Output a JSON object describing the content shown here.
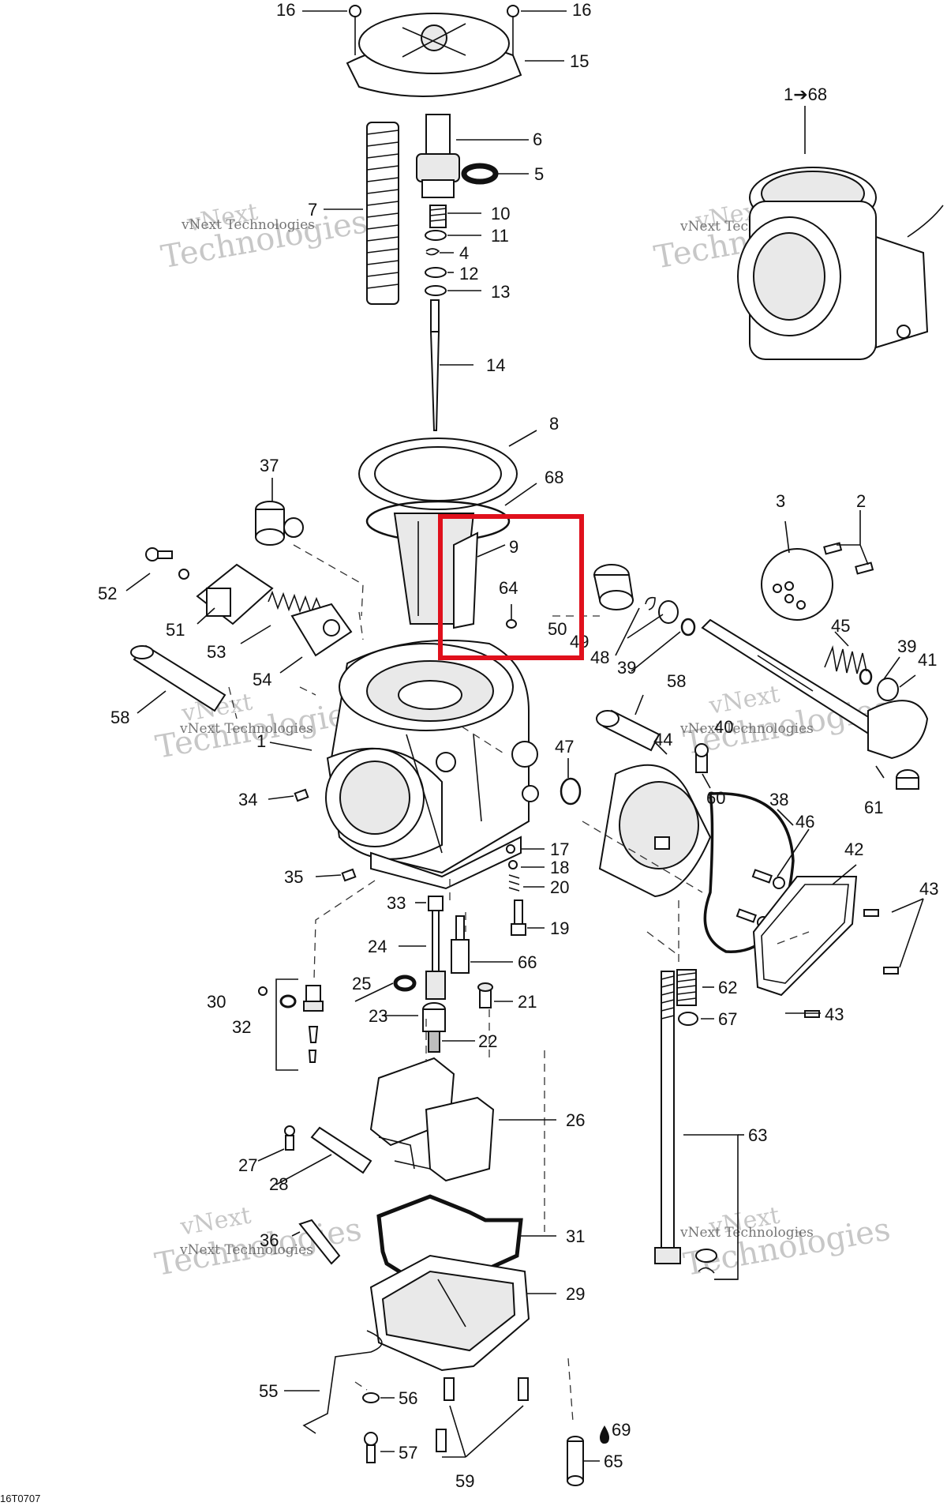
{
  "diagram": {
    "drawing_code": "16T0707",
    "watermark": {
      "line1": "vNext",
      "line2": "Technologies",
      "small": "vNext Technologies"
    },
    "callouts": {
      "n1to68": "1➔68",
      "n1": "1",
      "n2": "2",
      "n3": "3",
      "n4": "4",
      "n5": "5",
      "n6": "6",
      "n7": "7",
      "n8": "8",
      "n9": "9",
      "n10": "10",
      "n11": "11",
      "n12": "12",
      "n13": "13",
      "n14": "14",
      "n15": "15",
      "n16": "16",
      "n17": "17",
      "n18": "18",
      "n19": "19",
      "n20": "20",
      "n21": "21",
      "n22": "22",
      "n23": "23",
      "n24": "24",
      "n25": "25",
      "n26": "26",
      "n27": "27",
      "n28": "28",
      "n29": "29",
      "n30": "30",
      "n31": "31",
      "n32": "32",
      "n33": "33",
      "n34": "34",
      "n35": "35",
      "n36": "36",
      "n37": "37",
      "n38": "38",
      "n39": "39",
      "n40": "40",
      "n41": "41",
      "n42": "42",
      "n43": "43",
      "n44": "44",
      "n45": "45",
      "n46": "46",
      "n47": "47",
      "n48": "48",
      "n49": "49",
      "n50": "50",
      "n51": "51",
      "n52": "52",
      "n53": "53",
      "n54": "54",
      "n55": "55",
      "n56": "56",
      "n57": "57",
      "n58": "58",
      "n59": "59",
      "n60": "60",
      "n61": "61",
      "n62": "62",
      "n63": "63",
      "n64": "64",
      "n65": "65",
      "n66": "66",
      "n67": "67",
      "n68": "68",
      "n69": "69"
    },
    "highlight_color": "#e0101c"
  }
}
